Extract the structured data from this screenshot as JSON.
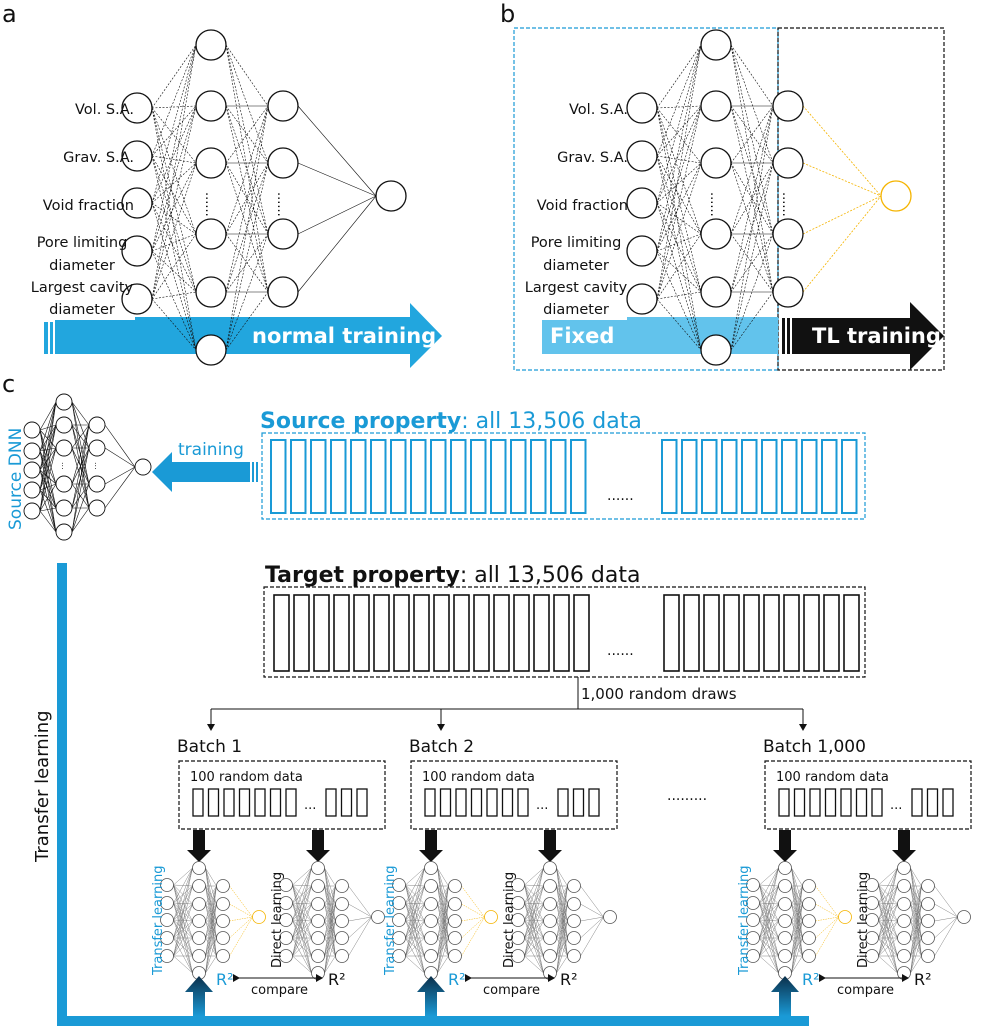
{
  "colors": {
    "accent_blue": "#1a9ad6",
    "fixed_blue": "#62c3ec",
    "normal_arrow_blue": "#22a6de",
    "tl_output_yellow": "#f5b400",
    "black": "#111111"
  },
  "panel_a": {
    "letter": "a",
    "inputs": [
      "Vol. S.A.",
      "Grav. S.A.",
      "Void fraction",
      "Pore limiting",
      "diameter",
      "Largest cavity",
      "diameter"
    ],
    "arrow_label": "normal training",
    "ellipsis": "......"
  },
  "panel_b": {
    "letter": "b",
    "inputs": [
      "Vol. S.A.",
      "Grav. S.A.",
      "Void fraction",
      "Pore limiting",
      "diameter",
      "Largest cavity",
      "diameter"
    ],
    "fixed_label": "Fixed",
    "tl_label": "TL training",
    "ellipsis": "......"
  },
  "panel_c": {
    "letter": "c",
    "source_dnn_label": "Source DNN",
    "training_label": "training",
    "source_title_bold": "Source property",
    "source_title_rest": ": all 13,506 data",
    "target_title_bold": "Target property",
    "target_title_rest": ": all 13,506 data",
    "data_ellipsis": "......",
    "random_draws_label": "1,000 random draws",
    "transfer_learning_side_label": "Transfer learning",
    "batch_ellipsis": ".........",
    "batches": [
      {
        "title": "Batch 1",
        "box_label": "100 random data",
        "tl_label": "Transfer learning",
        "dl_label": "Direct learning",
        "r2_tl": "R²",
        "r2_dl": "R²",
        "compare": "compare"
      },
      {
        "title": "Batch 2",
        "box_label": "100 random data",
        "tl_label": "Transfer learning",
        "dl_label": "Direct learning",
        "r2_tl": "R²",
        "r2_dl": "R²",
        "compare": "compare"
      },
      {
        "title": "Batch 1,000",
        "box_label": "100 random data",
        "tl_label": "Transfer learning",
        "dl_label": "Direct learning",
        "r2_tl": "R²",
        "r2_dl": "R²",
        "compare": "compare"
      }
    ],
    "batch_ellipsis_cell": "..."
  }
}
